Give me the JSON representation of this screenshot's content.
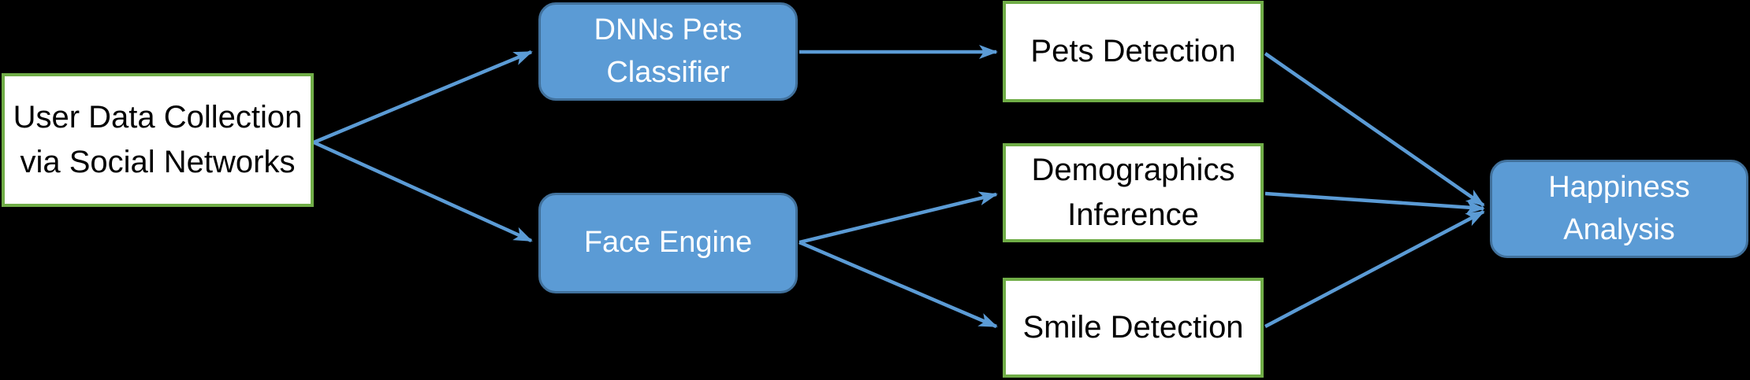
{
  "colors": {
    "background": "#000000",
    "arrow": "#5B9BD5",
    "node-blue-fill": "#5B9BD5",
    "node-blue-border": "#41719C",
    "node-white-fill": "#FFFFFF",
    "node-green-border": "#70AD47",
    "text-dark": "#000000",
    "text-light": "#FFFFFF"
  },
  "diagram": {
    "type": "flowchart",
    "nodes": [
      {
        "id": "user-data-collection",
        "label": "User Data Collection\nvia Social Networks",
        "shape": "rectangle",
        "fill": "white"
      },
      {
        "id": "dnns-pets-classifier",
        "label": "DNNs Pets\nClassifier",
        "shape": "rounded-rectangle",
        "fill": "blue"
      },
      {
        "id": "face-engine",
        "label": "Face Engine",
        "shape": "rounded-rectangle",
        "fill": "blue"
      },
      {
        "id": "pets-detection",
        "label": "Pets Detection",
        "shape": "rectangle",
        "fill": "white"
      },
      {
        "id": "demographics-inference",
        "label": "Demographics\nInference",
        "shape": "rectangle",
        "fill": "white"
      },
      {
        "id": "smile-detection",
        "label": "Smile Detection",
        "shape": "rectangle",
        "fill": "white"
      },
      {
        "id": "happiness-analysis",
        "label": "Happiness\nAnalysis",
        "shape": "rounded-rectangle",
        "fill": "blue"
      }
    ],
    "edges": [
      {
        "from": "user-data-collection",
        "to": "dnns-pets-classifier"
      },
      {
        "from": "user-data-collection",
        "to": "face-engine"
      },
      {
        "from": "dnns-pets-classifier",
        "to": "pets-detection"
      },
      {
        "from": "face-engine",
        "to": "demographics-inference"
      },
      {
        "from": "face-engine",
        "to": "smile-detection"
      },
      {
        "from": "pets-detection",
        "to": "happiness-analysis"
      },
      {
        "from": "demographics-inference",
        "to": "happiness-analysis"
      },
      {
        "from": "smile-detection",
        "to": "happiness-analysis"
      }
    ]
  }
}
